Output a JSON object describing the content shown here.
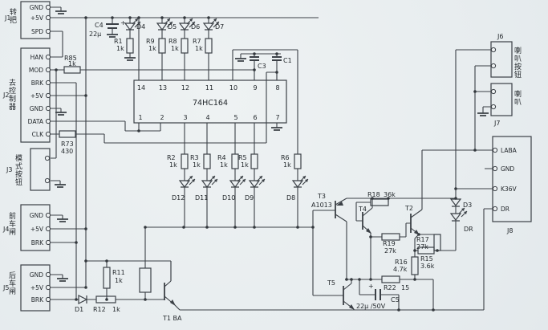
{
  "colors": {
    "paper": "#eaeef0",
    "ink": "#3b4046"
  },
  "connectors": {
    "j1": {
      "ref": "J1",
      "label": "转把",
      "pins": [
        "GND",
        "+5V",
        "SPD"
      ]
    },
    "j2": {
      "ref": "J2",
      "label": "去控制器",
      "pins": [
        "HAN",
        "MOD",
        "BRK",
        "+5V",
        "GND",
        "DATA",
        "CLK"
      ]
    },
    "j3": {
      "ref": "J3",
      "label": "模式按钮"
    },
    "j4": {
      "ref": "J4",
      "label": "前车闸",
      "pins": [
        "GND",
        "+5V",
        "BRK"
      ]
    },
    "j5": {
      "ref": "J5",
      "label": "后车闸",
      "pins": [
        "GND",
        "+5V",
        "BRK"
      ]
    },
    "j6": {
      "ref": "J6",
      "label": "喇叭按钮"
    },
    "j7": {
      "ref": "J7",
      "label": "喇叭"
    },
    "j8": {
      "ref": "J8",
      "pins": [
        "LABA",
        "GND",
        "K36V",
        "DR"
      ]
    }
  },
  "ic": {
    "part": "74HC164",
    "top_pins": [
      "14",
      "13",
      "12",
      "11",
      "10",
      "9",
      "8"
    ],
    "bottom_pins": [
      "1",
      "2",
      "3",
      "4",
      "5",
      "6",
      "7"
    ]
  },
  "resistors": {
    "r1": {
      "ref": "R1",
      "value": "1k"
    },
    "r2": {
      "ref": "R2",
      "value": "1k"
    },
    "r3": {
      "ref": "R3",
      "value": "1k"
    },
    "r4": {
      "ref": "R4",
      "value": "1k"
    },
    "r5": {
      "ref": "R5",
      "value": "1k"
    },
    "r6": {
      "ref": "R6",
      "value": "1k"
    },
    "r7": {
      "ref": "R7",
      "value": "1k"
    },
    "r8": {
      "ref": "R8",
      "value": "1k"
    },
    "r9": {
      "ref": "R9",
      "value": "1k"
    },
    "r11": {
      "ref": "R11",
      "value": "1k"
    },
    "r12": {
      "ref": "R12",
      "value": "1k"
    },
    "r15": {
      "ref": "R15",
      "value": "3.6k"
    },
    "r16": {
      "ref": "R16",
      "value": "4.7k"
    },
    "r17": {
      "ref": "R17",
      "value": "27k"
    },
    "r18": {
      "ref": "R18",
      "value": "36k"
    },
    "r19": {
      "ref": "R19",
      "value": "27k"
    },
    "r22": {
      "ref": "R22",
      "value": "15"
    },
    "r73": {
      "ref": "R73",
      "value": "430"
    },
    "r85": {
      "ref": "R85",
      "value": "1k"
    }
  },
  "capacitors": {
    "c1": {
      "ref": "C1"
    },
    "c3": {
      "ref": "C3"
    },
    "c4": {
      "ref": "C4",
      "value": "22µ",
      "polarity": "+"
    },
    "c5": {
      "ref": "C5",
      "value": "22µ /50V",
      "polarity": "+"
    }
  },
  "diodes": {
    "d1": {
      "ref": "D1"
    },
    "d3": {
      "ref": "D3"
    },
    "dr": {
      "ref": "DR"
    }
  },
  "leds": {
    "d4": {
      "ref": "D4"
    },
    "d5": {
      "ref": "D5"
    },
    "d6": {
      "ref": "D6"
    },
    "d7": {
      "ref": "D7"
    },
    "d8": {
      "ref": "D8"
    },
    "d9": {
      "ref": "D9"
    },
    "d10": {
      "ref": "D10"
    },
    "d11": {
      "ref": "D11"
    },
    "d12": {
      "ref": "D12"
    }
  },
  "transistors": {
    "t1": {
      "label": "T1 BA"
    },
    "t2": {
      "ref": "T2"
    },
    "t3": {
      "ref": "T3",
      "part": "A1013"
    },
    "t4": {
      "ref": "T4"
    },
    "t5": {
      "ref": "T5"
    }
  }
}
